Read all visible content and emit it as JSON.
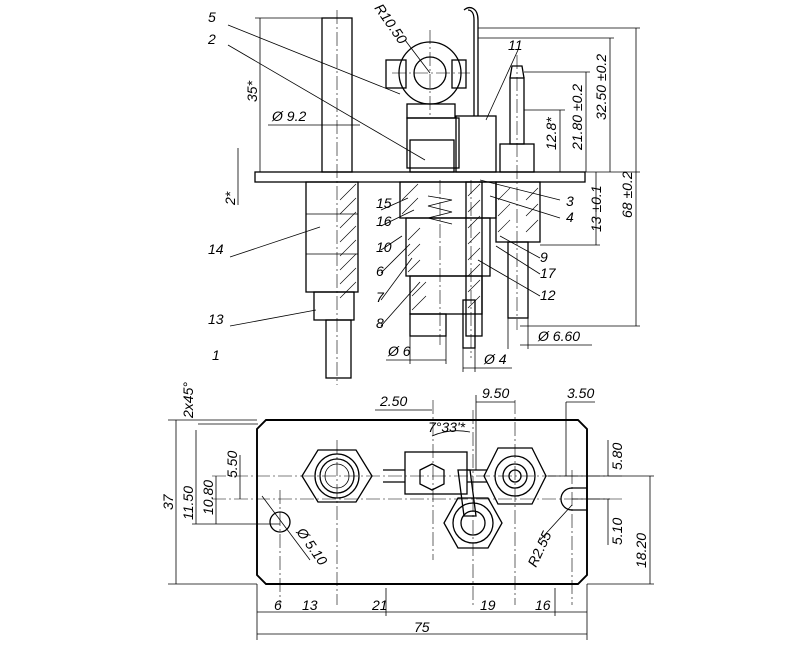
{
  "part_labels": {
    "p1": "1",
    "p2": "2",
    "p3": "3",
    "p4": "4",
    "p5": "5",
    "p6": "6",
    "p7": "7",
    "p8": "8",
    "p9": "9",
    "p10": "10",
    "p11": "11",
    "p12": "12",
    "p13": "13",
    "p14": "14",
    "p15": "15",
    "p16": "16",
    "p17": "17"
  },
  "dimensions": {
    "r1050": "R10.50",
    "d35": "35*",
    "phi92": "Ø 9.2",
    "d2": "2*",
    "d128": "12.8*",
    "d2180": "21.80 ±0.2",
    "d3250": "32.50 ±0.2",
    "d13": "13 ±0.1",
    "d68": "68 ±0.2",
    "phi6": "Ø 6",
    "phi4": "Ø 4",
    "phi660": "Ø 6.60",
    "chamfer": "2x45°",
    "d250": "2.50",
    "d950": "9.50",
    "d350": "3.50",
    "angle": "7°33'*",
    "d550": "5.50",
    "d580": "5.80",
    "d37": "37",
    "d1150": "11.50",
    "d1080": "10.80",
    "phi510": "Ø 5.10",
    "r255": "R2.55",
    "d510": "5.10",
    "d1820": "18.20",
    "b6": "6",
    "b13": "13",
    "b21": "21",
    "b19": "19",
    "b16": "16",
    "b75": "75"
  }
}
